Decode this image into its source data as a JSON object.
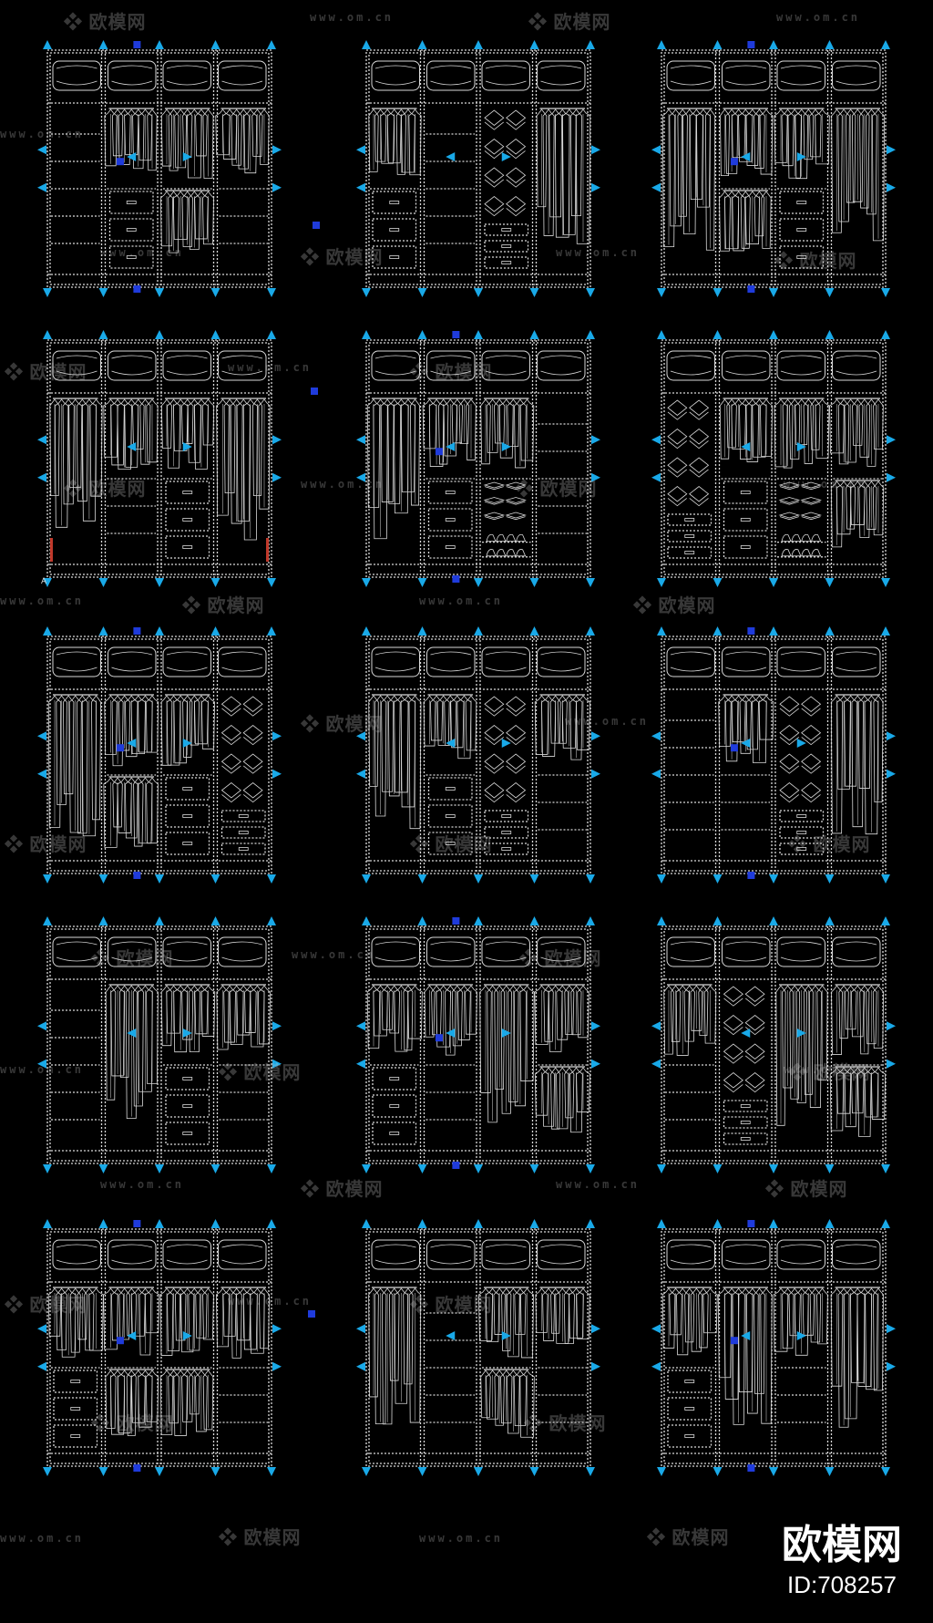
{
  "watermark": {
    "logo_text": "欧模网",
    "url_text": "www.om.cn"
  },
  "brand": {
    "name": "欧模网",
    "id": "ID:708257"
  },
  "drawing": {
    "grid": {
      "rows": 5,
      "cols": 3
    },
    "line_color": "#d9d9d9",
    "marker_color": "#19a9e8",
    "grip_color": "#1f3bdb",
    "accent_color": "#c0392b",
    "stray_label": "A"
  },
  "wardrobes": [
    {
      "bays": [
        {
          "type": "shelves",
          "n": 6
        },
        {
          "type": "hang-drawers"
        },
        {
          "type": "hang-hang"
        },
        {
          "type": "hang-shelves"
        }
      ]
    },
    {
      "bays": [
        {
          "type": "hang-drawers"
        },
        {
          "type": "shelves",
          "n": 6
        },
        {
          "type": "pull-baskets"
        },
        {
          "type": "long-hang"
        }
      ]
    },
    {
      "bays": [
        {
          "type": "long-hang"
        },
        {
          "type": "hang-hang"
        },
        {
          "type": "hang-drawers"
        },
        {
          "type": "long-hang"
        }
      ]
    },
    {
      "bays": [
        {
          "type": "long-hang"
        },
        {
          "type": "hang-shelves"
        },
        {
          "type": "hang-drawers"
        },
        {
          "type": "long-hang"
        }
      ]
    },
    {
      "bays": [
        {
          "type": "long-hang"
        },
        {
          "type": "hang-drawers"
        },
        {
          "type": "hang-shoes"
        },
        {
          "type": "shelves",
          "n": 6
        }
      ]
    },
    {
      "bays": [
        {
          "type": "pull-baskets"
        },
        {
          "type": "hang-drawers"
        },
        {
          "type": "hang-shoes"
        },
        {
          "type": "hang-hang"
        }
      ]
    },
    {
      "bays": [
        {
          "type": "long-hang"
        },
        {
          "type": "hang-hang"
        },
        {
          "type": "hang-drawers"
        },
        {
          "type": "pull-baskets"
        }
      ]
    },
    {
      "bays": [
        {
          "type": "long-hang"
        },
        {
          "type": "hang-drawers"
        },
        {
          "type": "pull-baskets"
        },
        {
          "type": "hang-shelves"
        }
      ]
    },
    {
      "bays": [
        {
          "type": "shelves",
          "n": 6
        },
        {
          "type": "hang-shelves"
        },
        {
          "type": "pull-baskets"
        },
        {
          "type": "long-hang"
        }
      ]
    },
    {
      "bays": [
        {
          "type": "shelves",
          "n": 6
        },
        {
          "type": "long-hang"
        },
        {
          "type": "hang-drawers"
        },
        {
          "type": "hang-shelves"
        }
      ]
    },
    {
      "bays": [
        {
          "type": "hang-drawers"
        },
        {
          "type": "hang-shelves"
        },
        {
          "type": "long-hang"
        },
        {
          "type": "hang-hang"
        }
      ]
    },
    {
      "bays": [
        {
          "type": "hang-shelves"
        },
        {
          "type": "pull-baskets"
        },
        {
          "type": "long-hang"
        },
        {
          "type": "hang-hang"
        }
      ]
    },
    {
      "bays": [
        {
          "type": "hang-drawers"
        },
        {
          "type": "hang-hang"
        },
        {
          "type": "hang-hang"
        },
        {
          "type": "hang-shelves"
        }
      ]
    },
    {
      "bays": [
        {
          "type": "long-hang"
        },
        {
          "type": "shelves",
          "n": 6
        },
        {
          "type": "hang-hang"
        },
        {
          "type": "hang-shelves"
        }
      ]
    },
    {
      "bays": [
        {
          "type": "hang-drawers"
        },
        {
          "type": "long-hang"
        },
        {
          "type": "hang-shelves"
        },
        {
          "type": "long-hang"
        }
      ]
    }
  ]
}
